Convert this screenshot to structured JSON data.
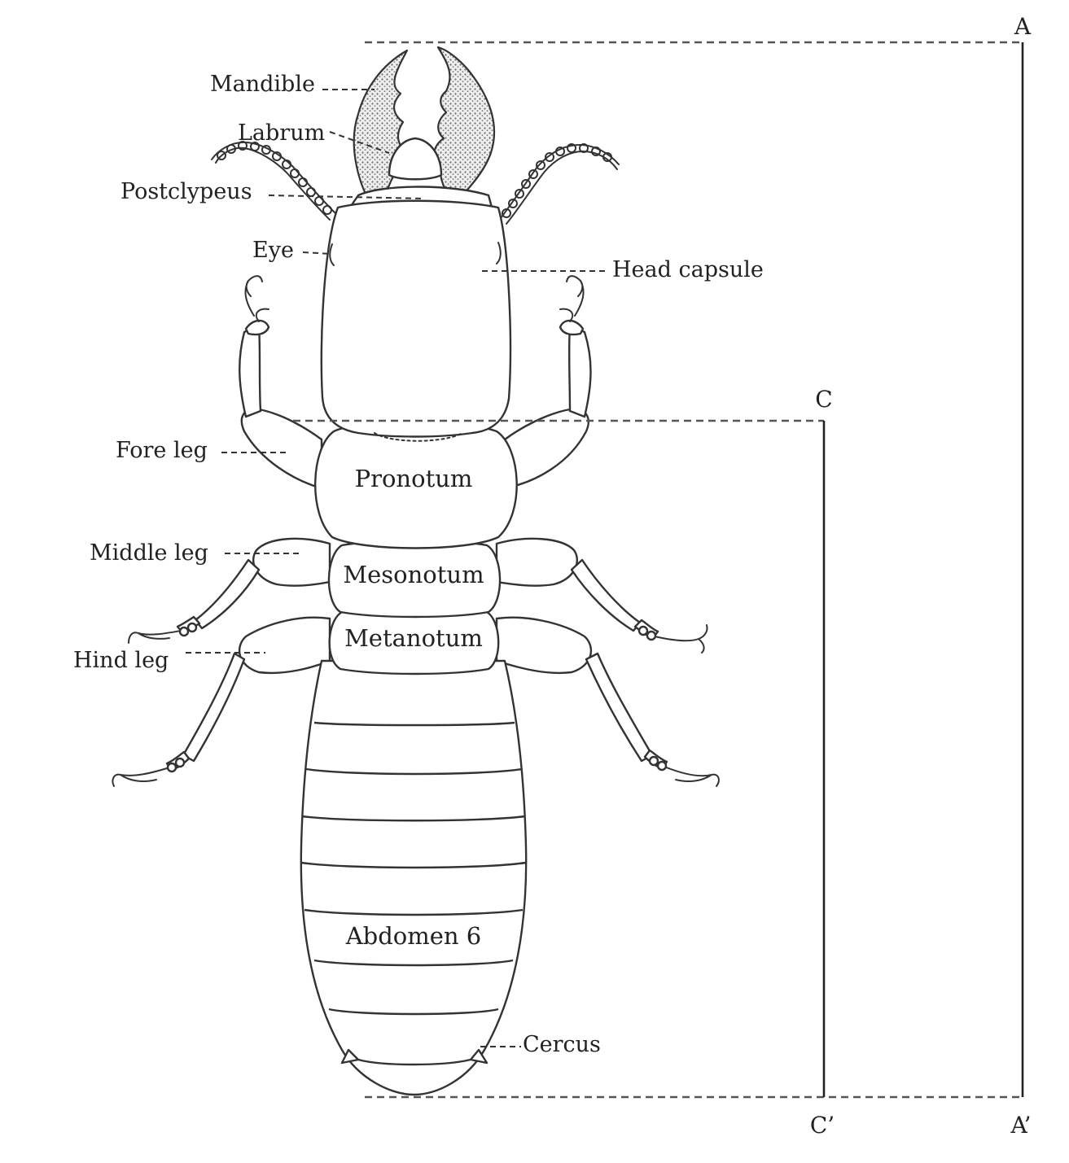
{
  "labels": {
    "mandible": "Mandible",
    "labrum": "Labrum",
    "postclypeus": "Postclypeus",
    "eye": "Eye",
    "head_capsule": "Head capsule",
    "fore_leg": "Fore leg",
    "middle_leg": "Middle leg",
    "hind_leg": "Hind leg",
    "pronotum": "Pronotum",
    "mesonotum": "Mesonotum",
    "metanotum": "Metanotum",
    "abdomen": "Abdomen 6",
    "cercus": "Cercus"
  },
  "dimensions": {
    "a_top": "A",
    "a_bottom": "A’",
    "c_top": "C",
    "c_bottom": "C’"
  },
  "colors": {
    "line": "#333333",
    "mandible_fill": "#9a9a9a",
    "background": "#ffffff"
  }
}
